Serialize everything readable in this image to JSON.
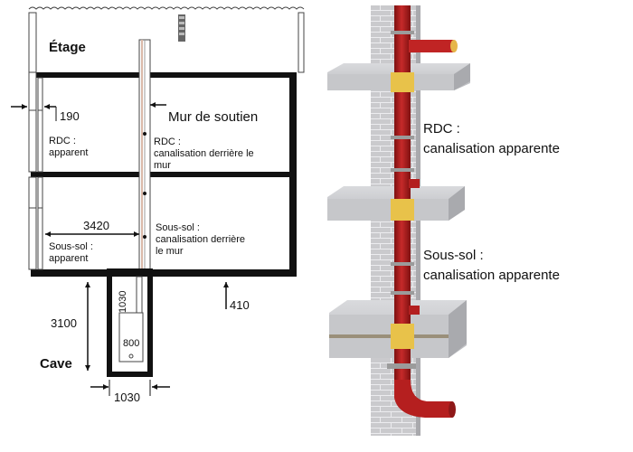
{
  "left_diagram": {
    "floor_label": "Étage",
    "retaining_wall_label": "Mur de soutien",
    "rdc_apparent_label": "RDC :\napparent",
    "rdc_behind_wall_label": "RDC :\ncanalisation derrière le\nmur",
    "basement_apparent_label": "Sous-sol :\napparent",
    "basement_behind_wall_label": "Sous-sol :\ncanalisation derrière\nle mur",
    "cellar_label": "Cave",
    "dim_wall_thickness": "190",
    "dim_horizontal_distance": "3420",
    "dim_slab": "410",
    "dim_cellar_height": "3100",
    "dim_lower_section": "1030",
    "dim_cleanout": "800",
    "dim_cellar_width": "1030"
  },
  "right_diagram": {
    "rdc_caption": "RDC :\ncanalisation apparente",
    "basement_caption": "Sous-sol :\ncanalisation apparente"
  },
  "colors": {
    "pipe_red": "#b51f1f",
    "collar_yellow": "#e8c24a",
    "brick_grey": "#c9c9cb",
    "slab_grey": "#c3c4c7"
  }
}
